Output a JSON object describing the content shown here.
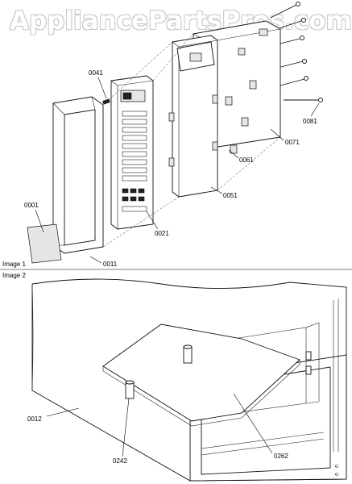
{
  "watermark": "AppliancePartsPros.com",
  "sections": [
    {
      "id": "image1",
      "label": "Image 1"
    },
    {
      "id": "image2",
      "label": "Image 2"
    }
  ],
  "parts": {
    "p0001": "0001",
    "p0011": "0011",
    "p0021": "0021",
    "p0041": "0041",
    "p0051": "0051",
    "p0061": "0061",
    "p0071": "0071",
    "p0081": "0081",
    "p0012": "0012",
    "p0242": "0242",
    "p0262": "0262"
  }
}
